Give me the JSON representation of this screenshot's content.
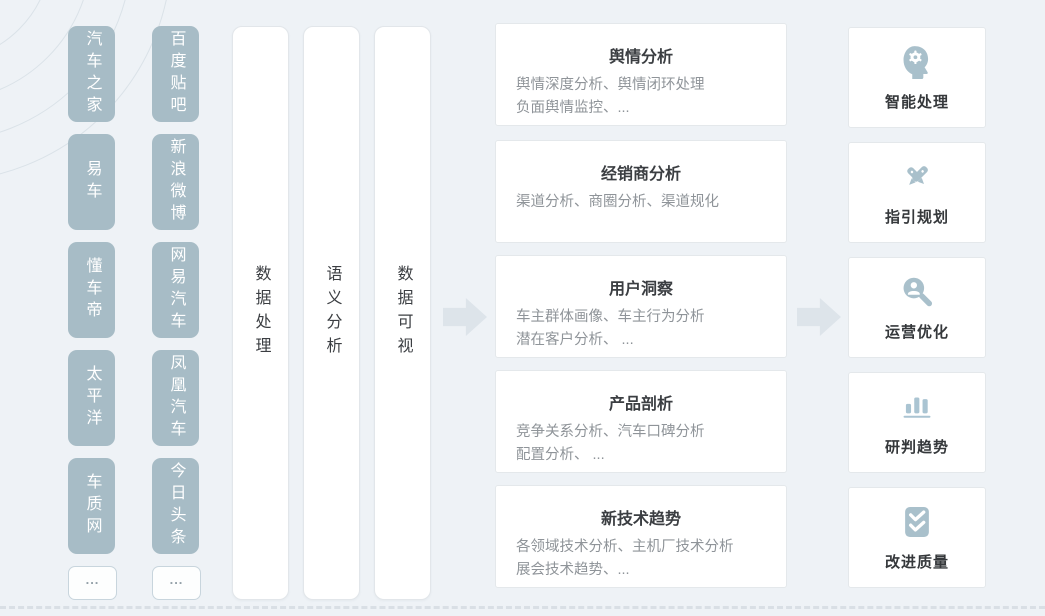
{
  "palette": {
    "background": "#eef2f6",
    "source_box": "#a7bcc6",
    "card_background": "#ffffff",
    "card_border": "#e4e8eb",
    "icon_accent": "#a9c0cb",
    "bar_icon_accent": "#aac4d2",
    "arrow": "#dde4ea",
    "title_text": "#3b3e42",
    "desc_text": "#8f9499"
  },
  "sources": {
    "column_a": [
      {
        "label": "汽车之家"
      },
      {
        "label": "易车"
      },
      {
        "label": "懂车帝"
      },
      {
        "label": "太平洋"
      },
      {
        "label": "车质网"
      }
    ],
    "column_b": [
      {
        "label": "百度贴吧"
      },
      {
        "label": "新浪微博"
      },
      {
        "label": "网易汽车"
      },
      {
        "label": "凤凰汽车"
      },
      {
        "label": "今日头条"
      }
    ],
    "more_label": "..."
  },
  "pipeline": {
    "stages": [
      {
        "label": "数据处理"
      },
      {
        "label": "语义分析"
      },
      {
        "label": "数据可视"
      }
    ]
  },
  "analyses": [
    {
      "title": "舆情分析",
      "lines": [
        "舆情深度分析、舆情闭环处理",
        "负面舆情监控、..."
      ]
    },
    {
      "title": "经销商分析",
      "lines": [
        "渠道分析、商圈分析、渠道规化"
      ]
    },
    {
      "title": "用户洞察",
      "lines": [
        "车主群体画像、车主行为分析",
        "潜在客户分析、 ..."
      ]
    },
    {
      "title": "产品剖析",
      "lines": [
        "竞争关系分析、汽车口碑分析",
        "配置分析、 ..."
      ]
    },
    {
      "title": "新技术趋势",
      "lines": [
        "各领域技术分析、主机厂技术分析",
        "展会技术趋势、..."
      ]
    }
  ],
  "outcomes": [
    {
      "icon": "head-gear-icon",
      "label": "智能处理"
    },
    {
      "icon": "crossed-tools-icon",
      "label": "指引规划"
    },
    {
      "icon": "user-search-icon",
      "label": "运营优化"
    },
    {
      "icon": "bar-chart-icon",
      "label": "研判趋势"
    },
    {
      "icon": "checklist-icon",
      "label": "改进质量"
    }
  ]
}
